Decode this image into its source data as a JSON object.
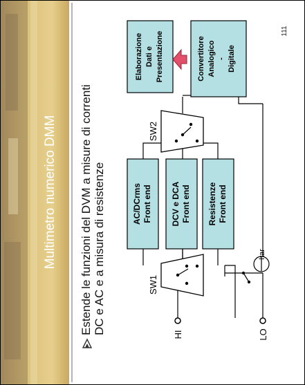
{
  "slide": {
    "title": "Multimetro numerico DMM",
    "page_number": "111",
    "bullet": {
      "line1": "Estende le funzioni del DVM a misure di correnti",
      "line2": "DC e AC e a misura di resistenze"
    }
  },
  "diagram": {
    "terminal_hi": "HI",
    "terminal_lo": "LO",
    "switch_1": "SW1",
    "switch_2": "SW2",
    "current_source_label": "Itar",
    "blocks": {
      "ac_frontend": [
        "AC/DCrms",
        "Front end"
      ],
      "dc_frontend": [
        "DCV e DCA",
        "Front end"
      ],
      "res_frontend": [
        "Resistenze",
        "Front end"
      ],
      "converter": [
        "Convertitore",
        "Analogico",
        "-",
        "Digitale"
      ],
      "processing": [
        "Elaborazione",
        "Dati e",
        "Presentazione"
      ]
    }
  },
  "colors": {
    "block_fill": "#b4e0e4",
    "arrow_fill": "#e2506a",
    "title_band": "#d8b968",
    "band_text": "#ffffff"
  }
}
